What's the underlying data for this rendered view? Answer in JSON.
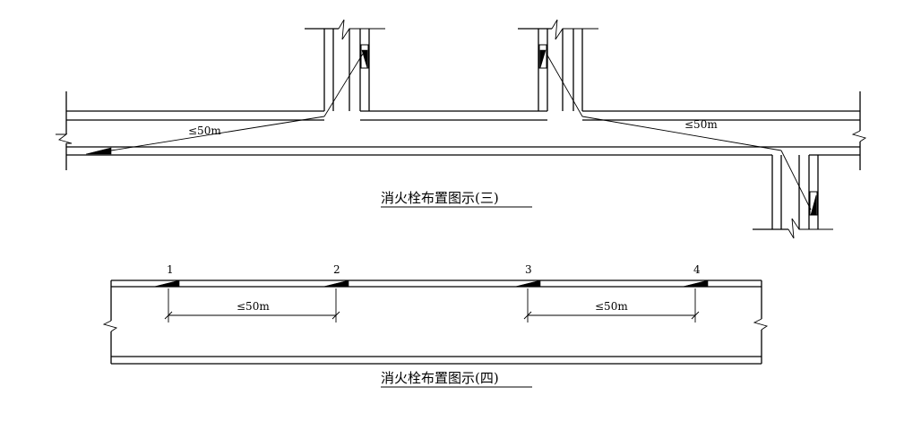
{
  "diagram_3": {
    "caption": "消火栓布置图示(三)",
    "dim_left": "≤50m",
    "dim_right": "≤50m"
  },
  "diagram_4": {
    "caption": "消火栓布置图示(四)",
    "hydrant_numbers": [
      "1",
      "2",
      "3",
      "4"
    ],
    "dims": [
      "≤50m",
      "≤50m"
    ]
  }
}
